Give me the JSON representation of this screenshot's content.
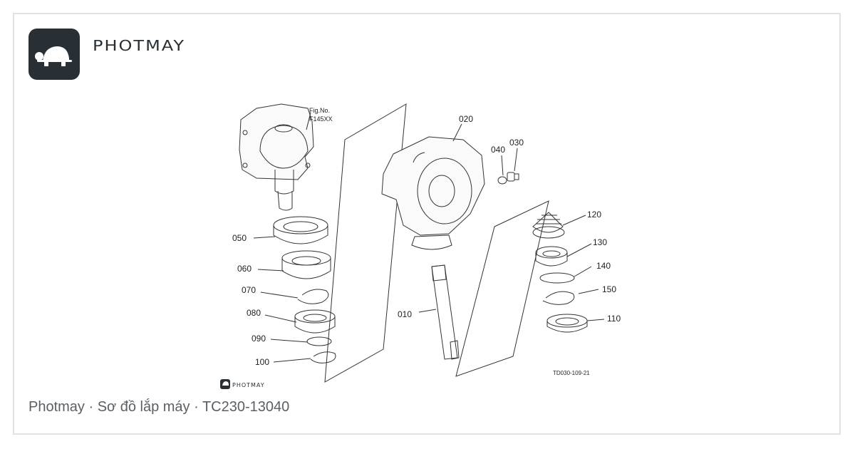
{
  "brand": {
    "name": "PHOTMAY",
    "watermark": "PHOTMAY"
  },
  "figure": {
    "fig_label": "Fig.No.",
    "fig_number": "F145XX",
    "drawing_code": "TD030-109-21"
  },
  "parts": [
    "010",
    "020",
    "030",
    "040",
    "050",
    "060",
    "070",
    "080",
    "090",
    "100",
    "110",
    "120",
    "130",
    "140",
    "150"
  ],
  "caption": {
    "text": "Photmay · Sơ đồ lắp máy · TC230-13040"
  },
  "colors": {
    "logo_bg": "#283036",
    "line": "#333333",
    "caption": "#5a5f66",
    "border": "#e2e2e2"
  },
  "icons": {
    "logo": "turtle-icon"
  }
}
